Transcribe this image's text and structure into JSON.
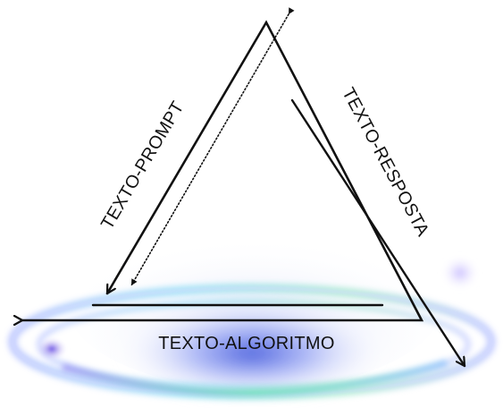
{
  "labels": {
    "left_side": "TEXTO-PROMPT",
    "right_side": "TEXTO-RESPOSTA",
    "bottom_side": "TEXTO-ALGORITMO"
  },
  "colors": {
    "line": "#111111",
    "glow_blue": "#3f57d8",
    "glow_violet": "#7a5cf0",
    "glow_cyan": "#48c6e8",
    "glow_green": "#3fd6a0"
  }
}
